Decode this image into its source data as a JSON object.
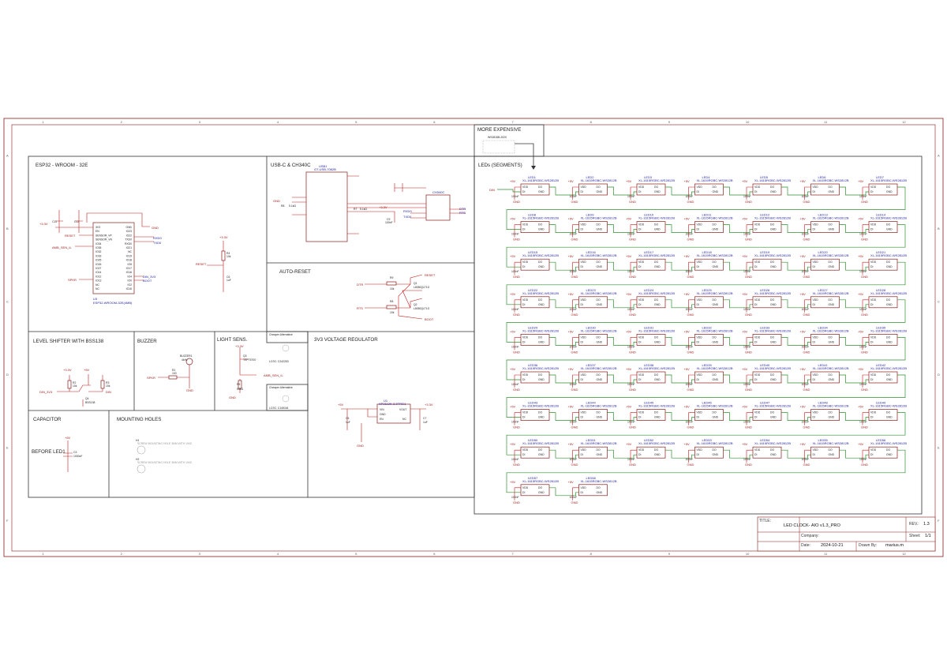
{
  "grid": {
    "cols": [
      "1",
      "2",
      "3",
      "4",
      "5",
      "6",
      "7",
      "8",
      "9",
      "10",
      "11",
      "12"
    ],
    "rows": [
      "A",
      "B",
      "C",
      "D",
      "E",
      "F"
    ]
  },
  "sections": {
    "esp32": "ESP32 - WROOM - 32E",
    "usb": "USB-C & CH340C",
    "auto_reset": "AUTO-RESET",
    "level_shifter": "LEVEL SHIFTER WITH BSS138",
    "buzzer": "BUZZER",
    "light": "LIGHT SENS.",
    "regulator": "3V3 VOLTAGE REGULATOR",
    "capacitor": "CAPACITOR",
    "mounting": "MOUNTING HOLES",
    "leds": "LEDs (SEGMENTS)",
    "expensive": "MORE EXPENSIVE",
    "before_led1": "BEFORE LED1"
  },
  "esp32": {
    "ref": "U3",
    "part": "ESP32-WROOM-32E(4MB)",
    "left_pins": [
      "3V3",
      "EN",
      "SENSOR_VP",
      "SENSOR_VN",
      "IO34",
      "IO35",
      "IO32",
      "IO33",
      "IO25",
      "IO26",
      "IO27",
      "IO14",
      "IO12",
      "IO13",
      "NC",
      "NC"
    ],
    "right_pins": [
      "GND",
      "IO23",
      "IO22",
      "TXD0",
      "RXD0",
      "IO21",
      "NC",
      "IO19",
      "IO18",
      "IO5",
      "IO17",
      "IO16",
      "IO4",
      "IO0",
      "IO2",
      "IO15"
    ],
    "nets": [
      "RESET",
      "AMB_SEN_IL",
      "SPKR",
      "RXD0",
      "TXD0",
      "DIN_3V3",
      "BOOT",
      "GND",
      "+3.3V",
      "C11",
      "C13"
    ]
  },
  "usb": {
    "conn_ref": "USB1",
    "conn_part": "GT-USB-7082B",
    "chip_ref": "CH340C",
    "nets": [
      "DTR",
      "RTS",
      "RXD0",
      "TXD0",
      "+3.3V",
      "GND",
      "C9",
      "100nF",
      "R8",
      "5.1kΩ",
      "R7",
      "5.1kΩ"
    ]
  },
  "auto_reset": {
    "nets": [
      "DTR",
      "RTS",
      "RESET",
      "BOOT"
    ],
    "parts": [
      "R9",
      "10k",
      "R8",
      "10k",
      "Q1",
      "L8050QLT1G",
      "Q2",
      "L8050QLT1G"
    ]
  },
  "reset_circuit": {
    "net": "RESET",
    "parts": [
      "R4",
      "10k",
      "C6",
      "1uF"
    ],
    "supply": "+3.3V"
  },
  "level_shifter": {
    "nets": [
      "DIN_3V3",
      "+3.3V",
      "+5V",
      "DIN",
      "GND"
    ],
    "parts": [
      "R2",
      "10k",
      "R3",
      "10k",
      "Q4",
      "BSS138"
    ]
  },
  "buzzer": {
    "nets": [
      "SPKR",
      "GND"
    ],
    "parts": [
      "BUZZER1",
      "R1",
      "100",
      "4kHz"
    ]
  },
  "light": {
    "nets": [
      "+3.3V",
      "AMB_SEN_IL",
      "GND"
    ],
    "parts": [
      "Q3",
      "TEPT5700",
      "R5",
      "50kΩ"
    ],
    "alt1_title": "Cheaper Alternative",
    "alt1_lcsc": "LCSC: C242253",
    "alt2_title": "Cheaper Alternative",
    "alt2_lcsc": "LCSC: C145161"
  },
  "regulator": {
    "ref": "U1",
    "part": "AP2112K-3.3TRG1",
    "pins": [
      "VIN",
      "GND",
      "EN",
      "VOUT",
      "NC"
    ],
    "nets": [
      "+5V",
      "+3.3V",
      "GND"
    ],
    "caps": [
      "C5",
      "1uF",
      "C7",
      "1uF"
    ]
  },
  "capacitor": {
    "ref": "C3",
    "value": "1000uF",
    "net": "+5V"
  },
  "mounting": {
    "h1": "SCREW MOUNTING HOLE 3MM WITH VIAS",
    "h2": "SCREW MOUNTING HOLE 3MM WITH VIAS",
    "r1": "H1",
    "r2": "H2"
  },
  "expensive": {
    "part": "WS2815B-2020"
  },
  "leds": {
    "part": "XL-1615RGBC-WS2812B",
    "pins_left": [
      "VDD",
      "DI"
    ],
    "pins_right": [
      "DO",
      "GND"
    ],
    "cap_value": "100nF",
    "supply": "+5V",
    "ground": "GND",
    "input": "DIN",
    "labels": [
      "LED1",
      "LED2",
      "LED3",
      "LED4",
      "LED5",
      "LED6",
      "LED7",
      "LED8",
      "LED9",
      "LED10",
      "LED11",
      "LED12",
      "LED13",
      "LED14",
      "LED15",
      "LED16",
      "LED17",
      "LED18",
      "LED19",
      "LED20",
      "LED21",
      "LED22",
      "LED23",
      "LED24",
      "LED25",
      "LED26",
      "LED27",
      "LED28",
      "LED29",
      "LED30",
      "LED31",
      "LED32",
      "LED33",
      "LED34",
      "LED35",
      "LED36",
      "LED37",
      "LED38",
      "LED39",
      "LED40",
      "LED41",
      "LED42",
      "LED43",
      "LED44",
      "LED45",
      "LED46",
      "LED47",
      "LED48",
      "LED49",
      "LED50",
      "LED51",
      "LED52",
      "LED53",
      "LED54",
      "LED55",
      "LED56",
      "LED57",
      "LED58"
    ],
    "rows": [
      7,
      7,
      7,
      7,
      7,
      7,
      7,
      7,
      2
    ]
  },
  "title_block": {
    "title_label": "TITLE:",
    "title": "LED CLOCK- AIO v1.3_PRO",
    "rev_label": "REV.:",
    "rev": "1.3",
    "company_label": "Company:",
    "company": "",
    "sheet_label": "Sheet:",
    "sheet": "1/1",
    "date_label": "Date:",
    "date": "2024-10-21",
    "drawn_label": "Drawn By:",
    "drawn": "marius.m"
  }
}
